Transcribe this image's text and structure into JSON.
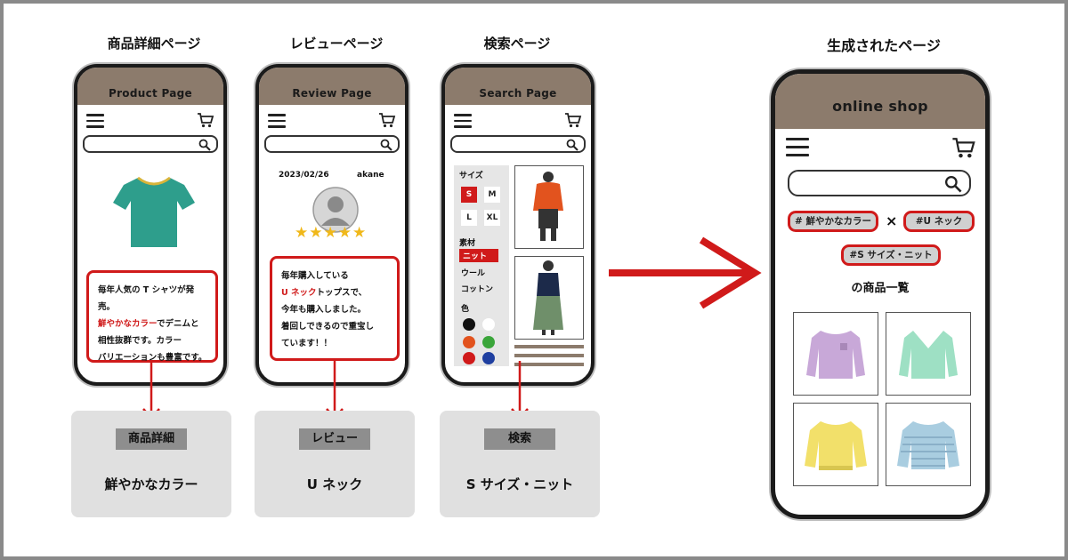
{
  "columns": [
    {
      "title": "商品詳細ページ",
      "header": "Product Page",
      "card_tag": "商品詳細",
      "card_result": "鮮やかなカラー"
    },
    {
      "title": "レビューページ",
      "header": "Review Page",
      "card_tag": "レビュー",
      "card_result": "U ネック"
    },
    {
      "title": "検索ページ",
      "header": "Search Page",
      "card_tag": "検索",
      "card_result": "S サイズ・ニット"
    }
  ],
  "product_page": {
    "description_lines": [
      "毎年人気の T シャツが発売。",
      "でデニムと",
      "相性抜群です。カラー",
      "バリエーションも豊富です。"
    ],
    "highlight": "鮮やかなカラー",
    "colors": {
      "tshirt": "#2e9e8c",
      "collar": "#d8b43a"
    }
  },
  "review_page": {
    "date": "2023/02/26",
    "user": "akane",
    "stars": "★★★★★",
    "review_lines": [
      "毎年購入している",
      "トップスで、",
      "今年も購入しました。",
      "着回しできるので重宝し",
      "ています！！"
    ],
    "highlight": "U ネック"
  },
  "search_page": {
    "size_label": "サイズ",
    "sizes": [
      "S",
      "M",
      "L",
      "XL"
    ],
    "material_label": "素材",
    "materials": [
      "ニット",
      "ウール",
      "コットン"
    ],
    "color_label": "色",
    "swatches": [
      "#111111",
      "#ffffff",
      "#e2531e",
      "#3aa53a",
      "#d01a1a",
      "#1f3fa0"
    ]
  },
  "generated": {
    "title": "生成されたページ",
    "header": "online shop",
    "tags": [
      "# 鮮やかなカラー",
      "#U ネック",
      "#S サイズ・ニット"
    ],
    "times": "×",
    "list_title": "の商品一覧",
    "sweater_colors": [
      "#c8a8d8",
      "#9ee0c4",
      "#f2e06a",
      "#a9cde0"
    ]
  },
  "colors": {
    "accent_red": "#d01a1a",
    "header_brown": "#8c7b6c",
    "card_gray": "#e0e0e0",
    "tag_gray": "#8e8e8e"
  }
}
